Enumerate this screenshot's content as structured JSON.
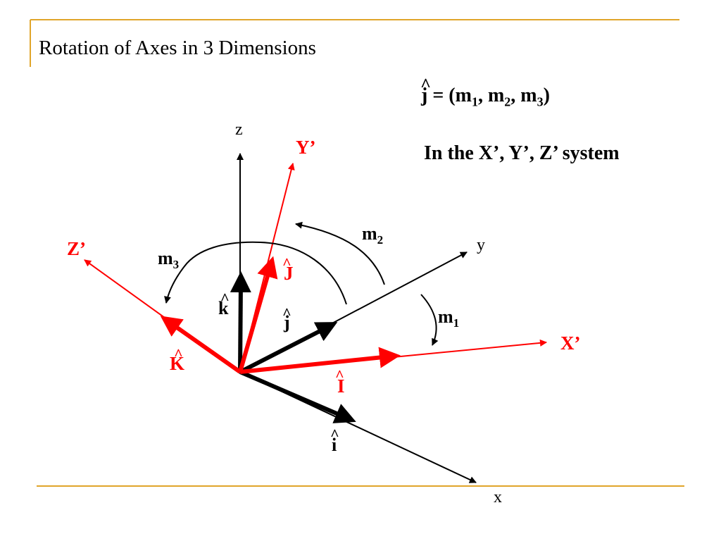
{
  "slide": {
    "title": "Rotation of Axes in 3 Dimensions",
    "equation": {
      "lhs": "j",
      "hat": "^",
      "eq_open": " = (m",
      "sub1": "1",
      "sep1": ", m",
      "sub2": "2",
      "sep2": ", m",
      "sub3": "3",
      "close": ")"
    },
    "system_text": "In the X’, Y’, Z’  system"
  },
  "colors": {
    "accent_rule": "#E0A52A",
    "original_axes": "#000000",
    "rotated_axes": "#FF0000"
  },
  "diagram": {
    "axes": {
      "x": "x",
      "y": "y",
      "z": "z",
      "X_prime": "X’",
      "Y_prime": "Y’",
      "Z_prime": "Z’"
    },
    "unit_vectors": {
      "i": "i",
      "j": "j",
      "k": "k",
      "I": "I",
      "J": "J",
      "K": "K",
      "hat": "^"
    },
    "angles": {
      "m1": {
        "m": "m",
        "sub": "1"
      },
      "m2": {
        "m": "m",
        "sub": "2"
      },
      "m3": {
        "m": "m",
        "sub": "3"
      }
    }
  }
}
